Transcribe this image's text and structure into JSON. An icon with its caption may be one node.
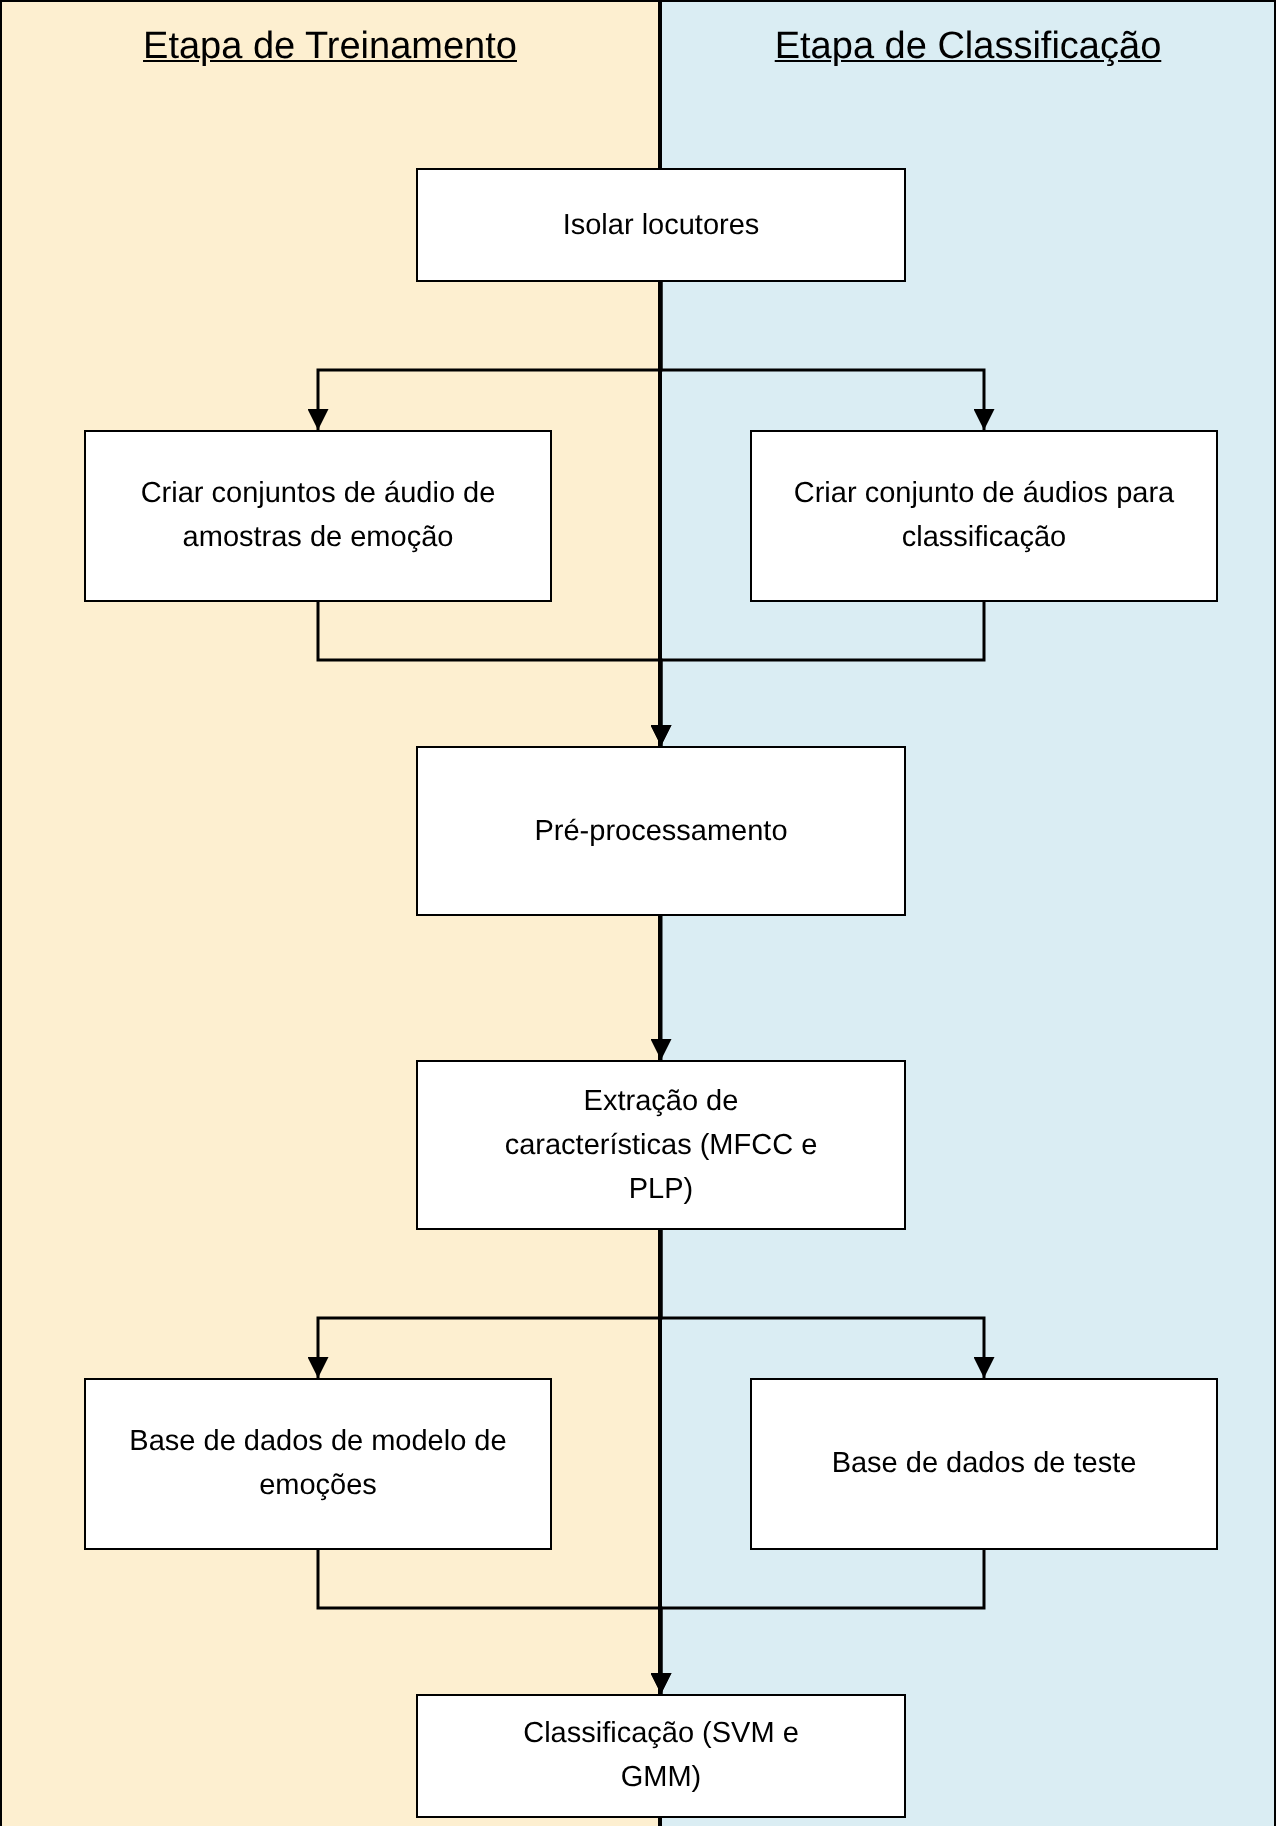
{
  "diagram": {
    "nodes": [
      {
        "text": [
          "Etapa de Treinamento"
        ]
      },
      {
        "text": [
          "Etapa de Classificação"
        ]
      },
      {
        "text": [
          "Isolar locutores"
        ]
      },
      {
        "text": [
          "Criar conjuntos de áudio de amostras de emoção"
        ],
        "in": 0
      },
      {
        "text": [
          "Criar conjunto de áudios para classificação"
        ],
        "in": 1
      },
      {
        "text": [
          "Pré-processamento"
        ]
      },
      {
        "text": [
          "Extração de características (MFCC e PLP)"
        ]
      },
      {
        "text": [
          "Base de dados de modelo de emoções"
        ],
        "in": 0
      },
      {
        "text": [
          "Base de dados de teste"
        ],
        "in": 1
      },
      {
        "text": [
          "Classificação (SVM e GMM)"
        ]
      }
    ],
    "edges": [
      {
        "from": 2,
        "to": 3,
        "arrow": "to"
      },
      {
        "from": 2,
        "to": 4,
        "arrow": "to"
      },
      {
        "from": 3,
        "to": 5,
        "arrow": "to"
      },
      {
        "from": 4,
        "to": 5,
        "arrow": "to"
      },
      {
        "from": 5,
        "to": 6,
        "arrow": "to"
      },
      {
        "from": 6,
        "to": 7,
        "arrow": "to"
      },
      {
        "from": 6,
        "to": 8,
        "arrow": "to"
      },
      {
        "from": 7,
        "to": 9,
        "arrow": "to"
      },
      {
        "from": 8,
        "to": 9,
        "arrow": "to"
      }
    ]
  }
}
